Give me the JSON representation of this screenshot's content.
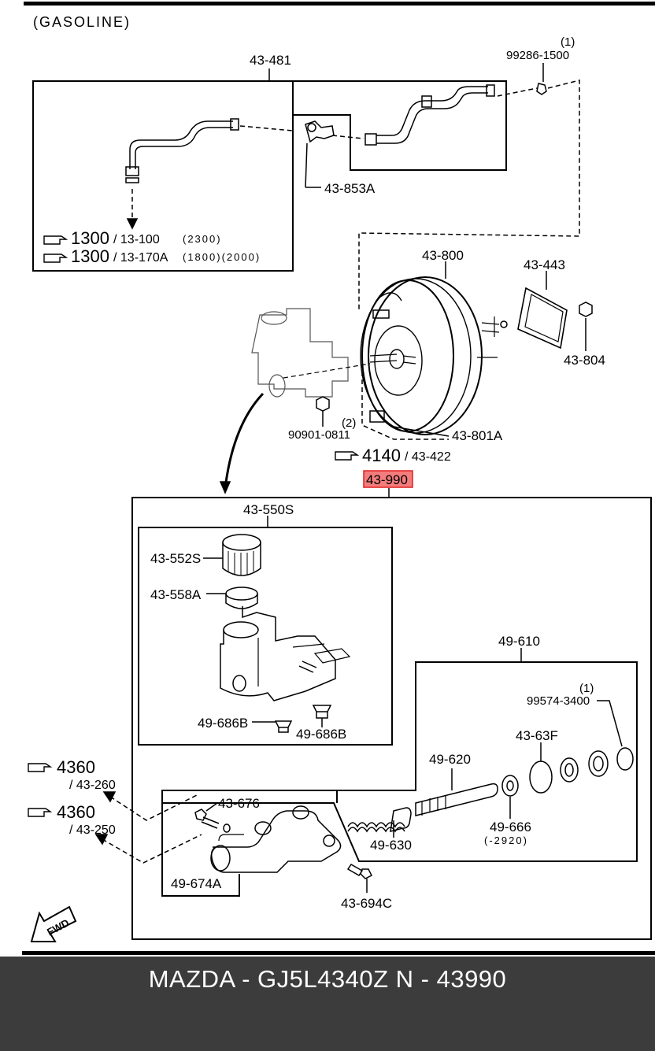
{
  "header": {
    "gasoline_label": "(GASOLINE)"
  },
  "callouts": {
    "c_43_481": "43-481",
    "c_99286_qty": "(1)",
    "c_99286": "99286-1500",
    "c_43_853A": "43-853A",
    "c_43_800": "43-800",
    "c_43_443": "43-443",
    "c_43_804": "43-804",
    "c_90901_qty": "(2)",
    "c_90901": "90901-0811",
    "c_43_801A": "43-801A",
    "c_43_990": "43-990",
    "c_43_550S": "43-550S",
    "c_43_552S": "43-552S",
    "c_43_558A": "43-558A",
    "c_49_686B_a": "49-686B",
    "c_49_686B_b": "49-686B",
    "c_49_610": "49-610",
    "c_99574_qty": "(1)",
    "c_99574": "99574-3400",
    "c_43_63F": "43-63F",
    "c_49_620": "49-620",
    "c_49_666": "49-666",
    "c_49_666_range": "(-2920)",
    "c_43_676": "43-676",
    "c_49_630": "49-630",
    "c_49_674A": "49-674A",
    "c_43_694C": "43-694C",
    "fwd": "FWD"
  },
  "refs": {
    "r1_big": "1300",
    "r1_small": "/ 13-100",
    "r1_note": "(2300)",
    "r2_big": "1300",
    "r2_small": "/ 13-170A",
    "r2_note": "(1800)(2000)",
    "r3_big": "4140",
    "r3_small": "/ 43-422",
    "r4_big": "4360",
    "r4_small": "/ 43-260",
    "r5_big": "4360",
    "r5_small": "/ 43-250"
  },
  "footer": {
    "caption": "MAZDA - GJ5L4340Z   N - 43990"
  },
  "colors": {
    "highlight_fill": "#f47c7c",
    "highlight_border": "#e02020",
    "footer_bg": "#3c3c3c"
  }
}
